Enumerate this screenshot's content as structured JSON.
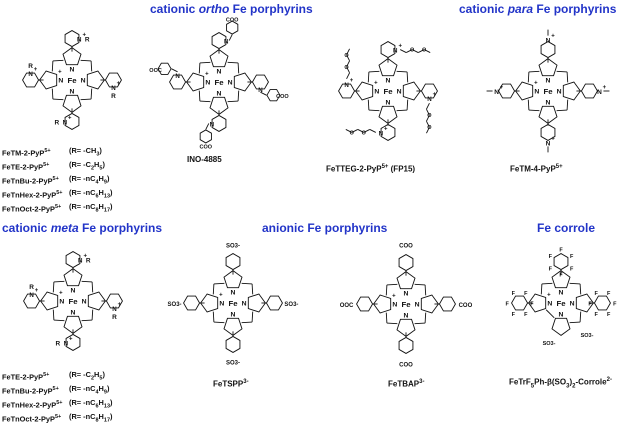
{
  "headings": {
    "cat_ortho_pre": "cationic ",
    "cat_ortho_it": "ortho",
    "cat_ortho_post": " Fe porphyrins",
    "cat_para_pre": "cationic ",
    "cat_para_it": "para",
    "cat_para_post": " Fe porphyrins",
    "cat_meta_pre": "cationic ",
    "cat_meta_it": "meta",
    "cat_meta_post": " Fe porphyrins",
    "anionic": "anionic Fe porphyrins",
    "corrole": "Fe corrole"
  },
  "ortho_series": [
    {
      "name": "FeTM-2-PyP",
      "charge": "5+",
      "r": "(R= -CH",
      "r_sub": "3",
      "r_end": ")"
    },
    {
      "name": "FeTE-2-PyP",
      "charge": "5+",
      "r": "(R= -C",
      "r_sub": "2",
      "r_mid": "H",
      "r_sub2": "5",
      "r_end": ")"
    },
    {
      "name": "FeTnBu-2-PyP",
      "charge": "5+",
      "r": "(R= -nC",
      "r_sub": "4",
      "r_mid": "H",
      "r_sub2": "9",
      "r_end": ")"
    },
    {
      "name": "FeTnHex-2-PyP",
      "charge": "5+",
      "r": "(R= -nC",
      "r_sub": "6",
      "r_mid": "H",
      "r_sub2": "13",
      "r_end": ")"
    },
    {
      "name": "FeTnOct-2-PyP",
      "charge": "5+",
      "r": "(R= -nC",
      "r_sub": "8",
      "r_mid": "H",
      "r_sub2": "17",
      "r_end": ")"
    }
  ],
  "meta_series": [
    {
      "name": "FeTE-2-PyP",
      "charge": "5+",
      "r": "(R= -C",
      "r_sub": "2",
      "r_mid": "H",
      "r_sub2": "5",
      "r_end": ")"
    },
    {
      "name": "FeTnBu-2-PyP",
      "charge": "5+",
      "r": "(R= -nC",
      "r_sub": "4",
      "r_mid": "H",
      "r_sub2": "9",
      "r_end": ")"
    },
    {
      "name": "FeTnHex-2-PyP",
      "charge": "5+",
      "r": "(R= -nC",
      "r_sub": "6",
      "r_mid": "H",
      "r_sub2": "13",
      "r_end": ")"
    },
    {
      "name": "FeTnOct-2-PyP",
      "charge": "5+",
      "r": "(R= -nC",
      "r_sub": "8",
      "r_mid": "H",
      "r_sub2": "17",
      "r_end": ")"
    }
  ],
  "compounds": {
    "ino": "INO-4885",
    "fp15_name": "FeTTEG-2-PyP",
    "fp15_charge": "5+",
    "fp15_suffix": " (FP15)",
    "para_name": "FeTM-4-PyP",
    "para_charge": "5+",
    "tspp_name": "FeTSPP",
    "tspp_charge": "3-",
    "tbap_name": "FeTBAP",
    "tbap_charge": "3-",
    "corrole_a": "FeTrF",
    "corrole_sub1": "5",
    "corrole_b": "Ph-β(SO",
    "corrole_sub2": "3",
    "corrole_c": ")",
    "corrole_sub3": "2",
    "corrole_d": "-Corrole",
    "corrole_charge": "2-"
  },
  "atoms": {
    "fe": "Fe",
    "n": "N",
    "plus": "+",
    "r": "R",
    "f": "F",
    "coo": "COO",
    "coo_left": "OOC",
    "so3": "SO",
    "so3_sub": "3",
    "minus": "-",
    "o": "O",
    "me": "—"
  },
  "colors": {
    "heading": "#2234c8",
    "ink": "#111111",
    "background": "#ffffff"
  }
}
